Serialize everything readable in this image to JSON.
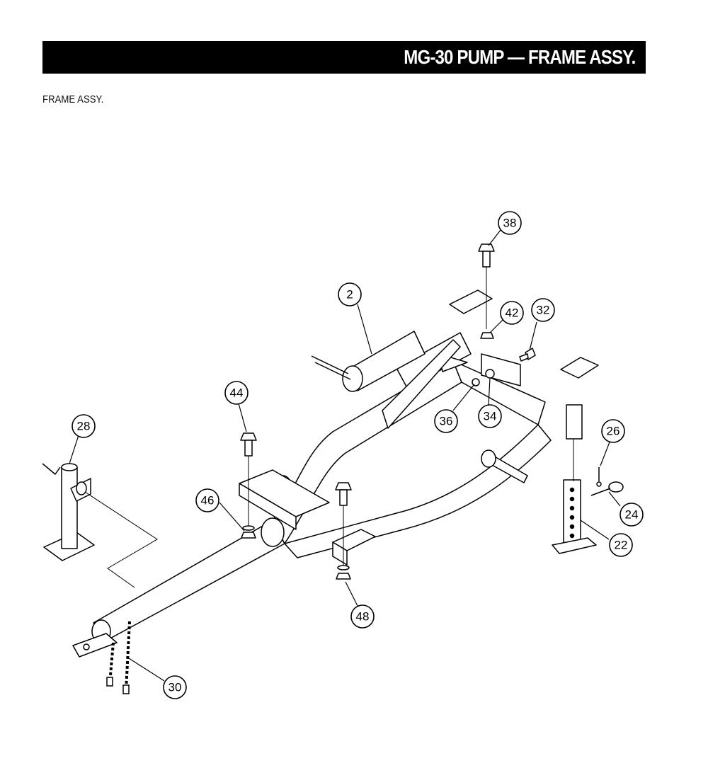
{
  "header": {
    "title": "MG-30 PUMP — FRAME ASSY."
  },
  "section": {
    "label": "FRAME ASSY."
  },
  "callouts": {
    "c2": "2",
    "c38": "38",
    "c42": "42",
    "c32": "32",
    "c44": "44",
    "c28": "28",
    "c36": "36",
    "c34": "34",
    "c26": "26",
    "c46": "46",
    "c24": "24",
    "c22": "22",
    "c48": "48",
    "c30": "30"
  },
  "colors": {
    "header_bg": "#000000",
    "header_text": "#ffffff",
    "line": "#000000"
  }
}
